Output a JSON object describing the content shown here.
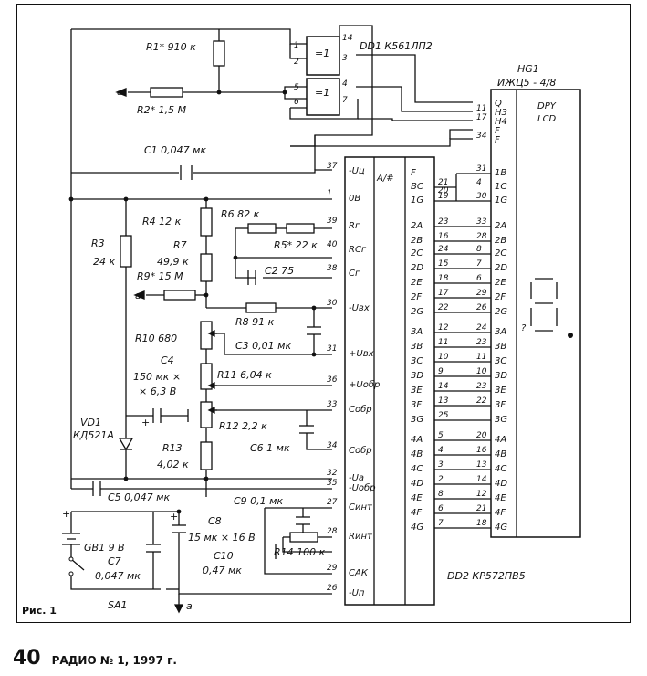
{
  "figure": {
    "caption": "Рис. 1",
    "page_number": "40",
    "journal": "РАДИО № 1, 1997 г."
  },
  "components": {
    "R1": "R1* 910 к",
    "R2": "R2* 1,5 М",
    "C1": "C1  0,047 мк",
    "R3": "R3",
    "R3_val": "24 к",
    "R4": "R4  12 к",
    "R7": "R7",
    "R7_val": "49,9 к",
    "R9": "R9* 15 М",
    "R6": "R6  82 к",
    "R5": "R5* 22 к",
    "C2": "C2  75",
    "R8": "R8  91 к",
    "R10": "R10  680",
    "C3": "C3  0,01 мк",
    "C4": "C4",
    "C4_val1": "150 мк ×",
    "C4_val2": "× 6,3 В",
    "R11": "R11  6,04 к",
    "VD1": "VD1",
    "VD1_type": "КД521А",
    "R12": "R12  2,2 к",
    "C6": "C6  1 мк",
    "R13": "R13",
    "R13_val": "4,02 к",
    "C5": "C5  0,047 мк",
    "C9": "C9  0,1 мк",
    "C8": "C8",
    "C8_val": "15 мк × 16 В",
    "R14": "R14  100 к",
    "C10": "C10",
    "C10_val": "0,47 мк",
    "GB1": "GB1  9 В",
    "C7": "C7",
    "C7_val": "0,047 мк",
    "SA1": "SA1",
    "DD1": "DD1  К561ЛП2",
    "HG1": "HG1",
    "HG1_type": "ИЖЦ5 - 4/8",
    "DD2": "DD2  КР572ПВ5",
    "node_a": "a",
    "node_a2": "a",
    "node_a3": "a",
    "xor": "=1",
    "adc_sym": "A/#",
    "dpy": "DPY",
    "lcd": "LCD",
    "q_mark": "?"
  },
  "dd1_pins": [
    "1",
    "2",
    "14",
    "3",
    "5",
    "6",
    "4",
    "7"
  ],
  "dd2_left": [
    {
      "pin": "37",
      "sig": "-Uц"
    },
    {
      "pin": "1",
      "sig": "0B"
    },
    {
      "pin": "39",
      "sig": "Rг"
    },
    {
      "pin": "40",
      "sig": "RCг"
    },
    {
      "pin": "38",
      "sig": "Cг"
    },
    {
      "pin": "30",
      "sig": "-Uвх"
    },
    {
      "pin": "31",
      "sig": "+Uвх"
    },
    {
      "pin": "36",
      "sig": "+Uобр"
    },
    {
      "pin": "33",
      "sig": "Cобр"
    },
    {
      "pin": "34",
      "sig": "Cобр"
    },
    {
      "pin": "32",
      "sig": "-Uа"
    },
    {
      "pin": "35",
      "sig": "-Uобр"
    },
    {
      "pin": "27",
      "sig": "Cинт"
    },
    {
      "pin": "28",
      "sig": "Rинт"
    },
    {
      "pin": "29",
      "sig": "CАК"
    },
    {
      "pin": "26",
      "sig": "-Uп"
    }
  ],
  "dd2_right": [
    {
      "sig": "F",
      "pin": ""
    },
    {
      "sig": "BC",
      "pin": "21"
    },
    {
      "sig": "1G",
      "pin": "19"
    },
    {
      "sig": "",
      "pin": "20"
    },
    {
      "sig": "2A",
      "pin": "23"
    },
    {
      "sig": "2B",
      "pin": "16"
    },
    {
      "sig": "2C",
      "pin": "24"
    },
    {
      "sig": "2D",
      "pin": "15"
    },
    {
      "sig": "2E",
      "pin": "18"
    },
    {
      "sig": "2F",
      "pin": "17"
    },
    {
      "sig": "2G",
      "pin": "22"
    },
    {
      "sig": "3A",
      "pin": "12"
    },
    {
      "sig": "3B",
      "pin": "11"
    },
    {
      "sig": "3C",
      "pin": "10"
    },
    {
      "sig": "3D",
      "pin": "9"
    },
    {
      "sig": "3E",
      "pin": "14"
    },
    {
      "sig": "3F",
      "pin": "13"
    },
    {
      "sig": "3G",
      "pin": "25"
    },
    {
      "sig": "4A",
      "pin": "5"
    },
    {
      "sig": "4B",
      "pin": "4"
    },
    {
      "sig": "4C",
      "pin": "3"
    },
    {
      "sig": "4D",
      "pin": "2"
    },
    {
      "sig": "4E",
      "pin": "8"
    },
    {
      "sig": "4F",
      "pin": "6"
    },
    {
      "sig": "4G",
      "pin": "7"
    }
  ],
  "hg1_pins": [
    {
      "pin": "",
      "sig": "Q"
    },
    {
      "pin": "11",
      "sig": "H3"
    },
    {
      "pin": "17",
      "sig": "H4"
    },
    {
      "pin": "",
      "sig": "F"
    },
    {
      "pin": "34",
      "sig": "F"
    },
    {
      "pin": "31",
      "sig": "1B"
    },
    {
      "pin": "4",
      "sig": "1C"
    },
    {
      "pin": "30",
      "sig": "1G"
    },
    {
      "pin": "33",
      "sig": "2A"
    },
    {
      "pin": "28",
      "sig": "2B"
    },
    {
      "pin": "8",
      "sig": "2C"
    },
    {
      "pin": "7",
      "sig": "2D"
    },
    {
      "pin": "6",
      "sig": "2E"
    },
    {
      "pin": "29",
      "sig": "2F"
    },
    {
      "pin": "26",
      "sig": "2G"
    },
    {
      "pin": "24",
      "sig": "3A"
    },
    {
      "pin": "23",
      "sig": "3B"
    },
    {
      "pin": "11",
      "sig": "3C"
    },
    {
      "pin": "10",
      "sig": "3D"
    },
    {
      "pin": "23",
      "sig": "3E"
    },
    {
      "pin": "22",
      "sig": "3F"
    },
    {
      "pin": "",
      "sig": "3G"
    },
    {
      "pin": "20",
      "sig": "4A"
    },
    {
      "pin": "16",
      "sig": "4B"
    },
    {
      "pin": "13",
      "sig": "4C"
    },
    {
      "pin": "14",
      "sig": "4D"
    },
    {
      "pin": "12",
      "sig": "4E"
    },
    {
      "pin": "21",
      "sig": "4F"
    },
    {
      "pin": "18",
      "sig": "4G"
    }
  ]
}
